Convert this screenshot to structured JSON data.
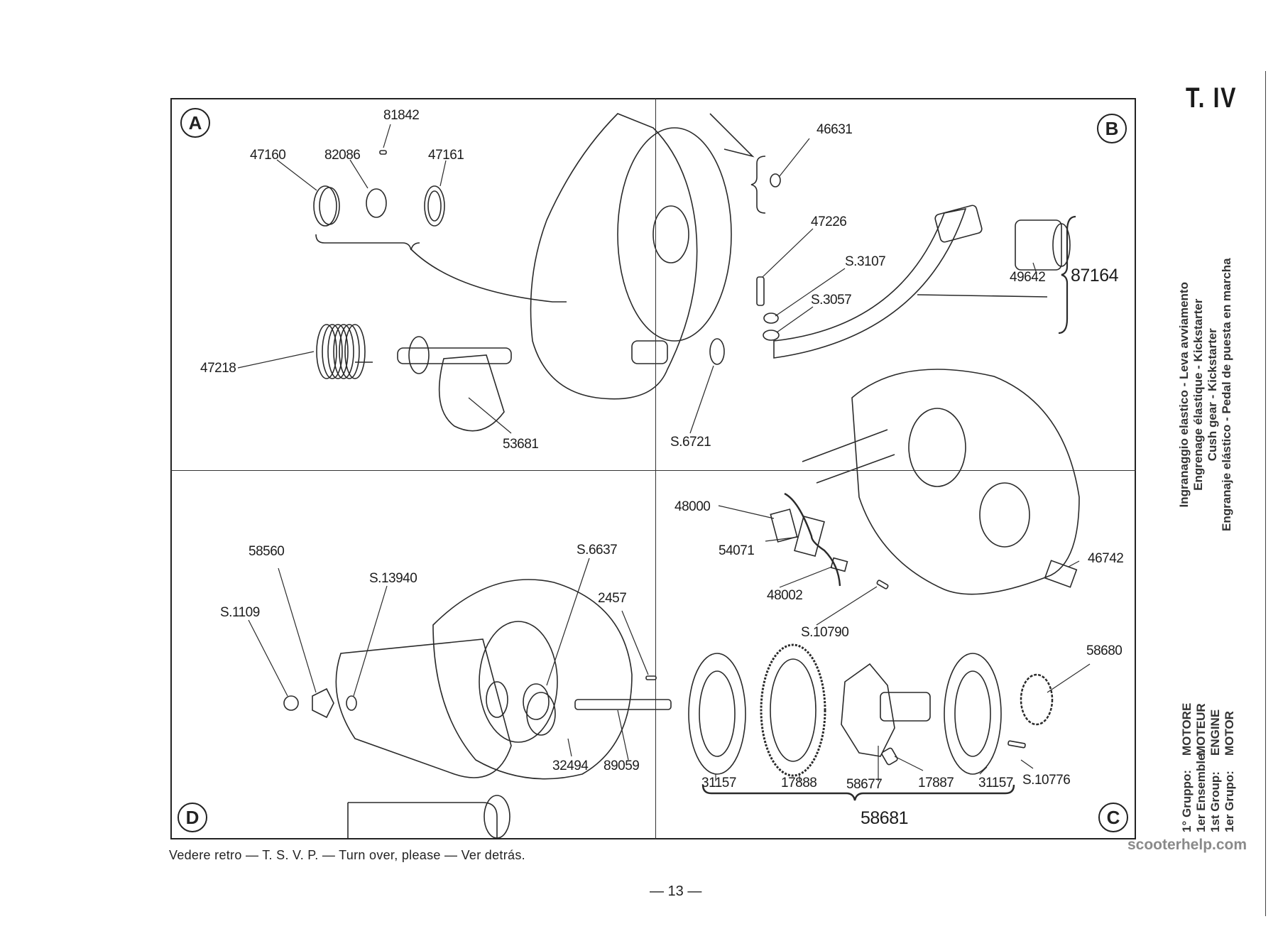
{
  "page": {
    "plate_label": "T. IV",
    "footer_note": "Vedere retro — T. S. V. P. — Turn over, please — Ver detrás.",
    "page_number": "— 13 —",
    "watermark": "scooterhelp.com"
  },
  "side_caption": {
    "titles": [
      "Ingranaggio elastico - Leva avviamento",
      "Engrenage élastique - Kickstarter",
      "Cush gear - Kickstarter",
      "Engranaje elástico - Pedal de puesta en marcha"
    ],
    "group_lines": [
      {
        "label": "1° Gruppo:",
        "value": "MOTORE"
      },
      {
        "label": "1er Ensemble:",
        "value": "MOTEUR"
      },
      {
        "label": "1st Group:",
        "value": "ENGINE"
      },
      {
        "label": "1er Grupo:",
        "value": "MOTOR"
      }
    ]
  },
  "quadrants": {
    "A": {
      "badge": "A",
      "parts": [
        "81842",
        "47160",
        "82086",
        "47161",
        "47218",
        "53681"
      ]
    },
    "B": {
      "badge": "B",
      "parts": [
        "46631",
        "47226",
        "S.3107",
        "S.3057",
        "49642",
        "S.6721"
      ],
      "assembly": "87164"
    },
    "C": {
      "badge": "C",
      "parts": [
        "48000",
        "54071",
        "48002",
        "46742",
        "S.10790",
        "58680",
        "31157",
        "17888",
        "58677",
        "17887",
        "31157",
        "S.10776"
      ],
      "assembly": "58681"
    },
    "D": {
      "badge": "D",
      "parts": [
        "58560",
        "S.13940",
        "S.1109",
        "S.6637",
        "2457",
        "32494",
        "89059"
      ]
    }
  }
}
